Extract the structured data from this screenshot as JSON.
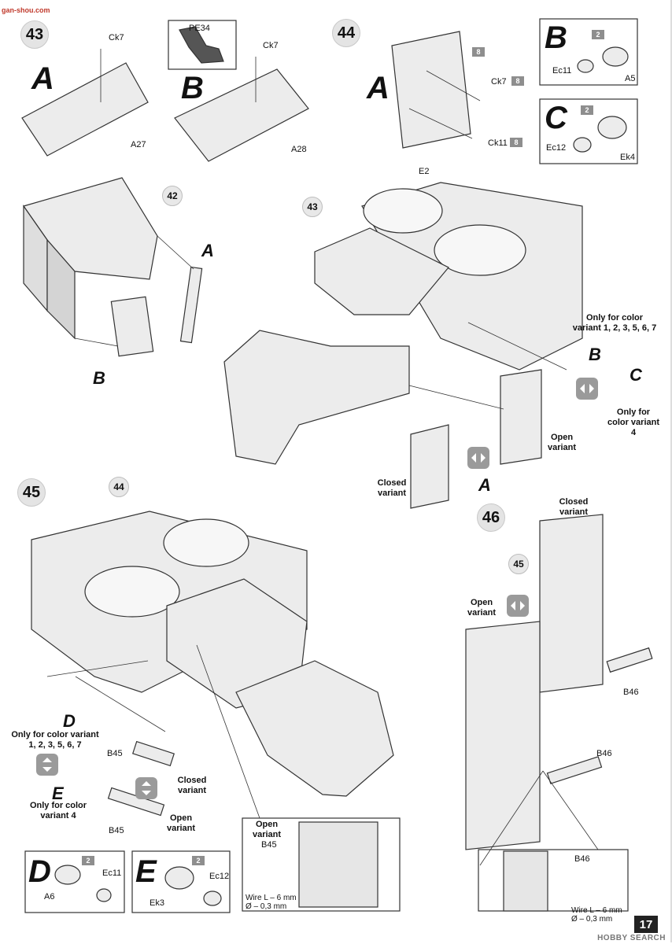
{
  "watermark": {
    "text": "gan-shou.com"
  },
  "page_number": "17",
  "footer_logo": "HOBBY SEARCH",
  "steps": {
    "s43": {
      "number": "43",
      "ref_number": "42"
    },
    "s44": {
      "number": "44",
      "ref_number": "43"
    },
    "s45": {
      "number": "45",
      "ref_number": "44"
    },
    "s46": {
      "number": "46",
      "ref_number": "45"
    }
  },
  "step43": {
    "sub_a": "A",
    "sub_b": "B",
    "labels": {
      "ck7_a": "Ck7",
      "a27": "A27",
      "pe34": "PE34",
      "ck7_b": "Ck7",
      "a28": "A28"
    },
    "assembly_a": "A",
    "assembly_b": "B"
  },
  "step44": {
    "sub_a": "A",
    "sub_b": "B",
    "sub_c": "C",
    "labels": {
      "ck7": "Ck7",
      "ck11": "Ck11",
      "e2": "E2",
      "ec11": "Ec11",
      "a5": "A5",
      "ec12": "Ec12",
      "ek4": "Ek4"
    },
    "badges": {
      "plate": "8",
      "ck7": "8",
      "ck11": "8",
      "b": "2",
      "c": "2"
    },
    "callout_b": "B",
    "callout_c": "C",
    "callout_a": "A",
    "note_b": "Only for color variant 1, 2, 3, 5, 6, 7",
    "note_c": "Only for color variant 4",
    "open_variant": "Open variant",
    "closed_variant": "Closed variant"
  },
  "step45": {
    "callout_d": "D",
    "callout_e": "E",
    "note_d": "Only for color variant 1, 2, 3, 5, 6, 7",
    "note_e": "Only for color variant 4",
    "b45_closed": "B45",
    "b45_open": "B45",
    "closed_variant": "Closed variant",
    "open_variant": "Open variant",
    "detail_open_variant": "Open variant",
    "detail_b45": "B45",
    "wire": "Wire L – 6 mm",
    "wire_dia": "Ø – 0,3 mm",
    "sub_d": "D",
    "sub_e": "E",
    "d_labels": {
      "a6": "A6",
      "ec11": "Ec11"
    },
    "e_labels": {
      "ek3": "Ek3",
      "ec12": "Ec12"
    },
    "badges": {
      "d": "2",
      "e": "2"
    }
  },
  "step46": {
    "closed_variant": "Closed variant",
    "open_variant": "Open variant",
    "b46_top": "B46",
    "b46_mid": "B46",
    "b46_detail": "B46",
    "wire": "Wire L – 6 mm",
    "wire_dia": "Ø – 0,3 mm"
  }
}
